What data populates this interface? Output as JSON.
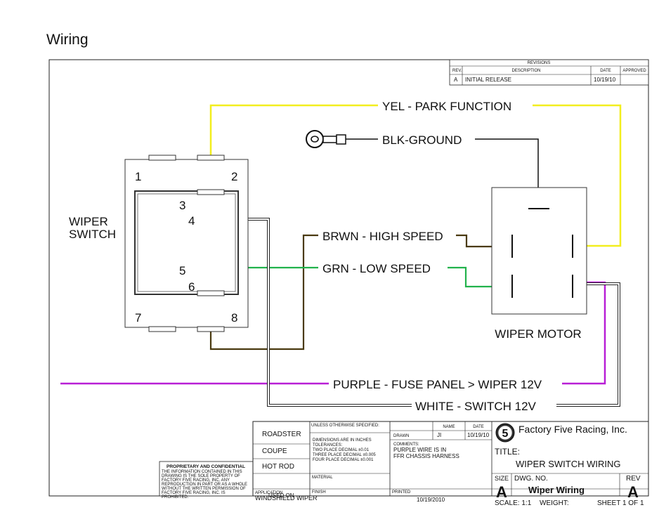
{
  "page_heading": "Wiring",
  "revisions": {
    "title": "REVISIONS",
    "col_rev": "REV.",
    "col_description": "DESCRIPTION",
    "col_date": "DATE",
    "col_approved": "APPROVED",
    "row_rev": "A",
    "row_description": "INITIAL RELEASE",
    "row_date": "10/19/10"
  },
  "wires": {
    "yellow": "YEL - PARK FUNCTION",
    "ground": "BLK-GROUND",
    "brown": "BRWN - HIGH SPEED",
    "green": "GRN - LOW SPEED",
    "purple": "PURPLE - FUSE PANEL > WIPER 12V",
    "white": "WHITE - SWITCH 12V"
  },
  "switch": {
    "label_line1": "WIPER",
    "label_line2": "SWITCH",
    "pins": [
      "1",
      "2",
      "3",
      "4",
      "5",
      "6",
      "7",
      "8"
    ]
  },
  "motor": {
    "label": "WIPER MOTOR"
  },
  "colors": {
    "yellow": "#f2ee1e",
    "black": "#1a1a1a",
    "brown": "#4a3a10",
    "green": "#22b24c",
    "purple": "#b81fd6",
    "white_wire": "#ffffff"
  },
  "title_block": {
    "proprietary_title": "PROPRIETARY AND CONFIDENTIAL",
    "proprietary_lines": [
      "THE INFORMATION CONTAINED IN THIS",
      "DRAWING IS THE SOLE PROPERTY OF",
      "FACTORY FIVE RACING, INC.  ANY",
      "REPRODUCTION IN PART OR AS A WHOLE",
      "WITHOUT THE WRITTEN PERMISSION OF",
      "FACTORY FIVE RACING, INC. IS",
      "PROHIBITED."
    ],
    "models": [
      "ROADSTER",
      "COUPE",
      "HOT ROD"
    ],
    "used_on": "USED ON",
    "application_label": "APPLICATION",
    "application_value": "WINDSHIELD WIPER",
    "unless_specified": "UNLESS OTHERWISE SPECIFIED:",
    "dimensions": "DIMENSIONS ARE IN INCHES",
    "tolerances": "TOLERANCES:",
    "two_place": "TWO PLACE DECIMAL   ±0.01",
    "three_place": "THREE PLACE DECIMAL  ±0.005",
    "four_place": "FOUR PLACE DECIMAL  ±0.001",
    "material": "MATERIAL",
    "finish": "FINISH",
    "col_name": "NAME",
    "col_date": "DATE",
    "drawn_label": "DRAWN",
    "drawn_name": "JI",
    "drawn_date": "10/19/10",
    "comments_label": "COMMENTS:",
    "comments_line1": "PURPLE WIRE IS IN",
    "comments_line2": "FFR CHASSIS HARNESS",
    "printed_label": "PRINTED",
    "printed_date": "10/19/2010",
    "company": "Factory Five Racing, Inc.",
    "logo_numeral": "5",
    "title_label": "TITLE:",
    "title_value": "WIPER SWITCH WIRING",
    "size_label": "SIZE",
    "size_value": "A",
    "dwg_label": "DWG.  NO.",
    "dwg_value": "Wiper Wiring",
    "rev_label": "REV",
    "rev_value": "A",
    "scale": "SCALE: 1:1",
    "weight": "WEIGHT:",
    "sheet": "SHEET 1 OF 1"
  }
}
